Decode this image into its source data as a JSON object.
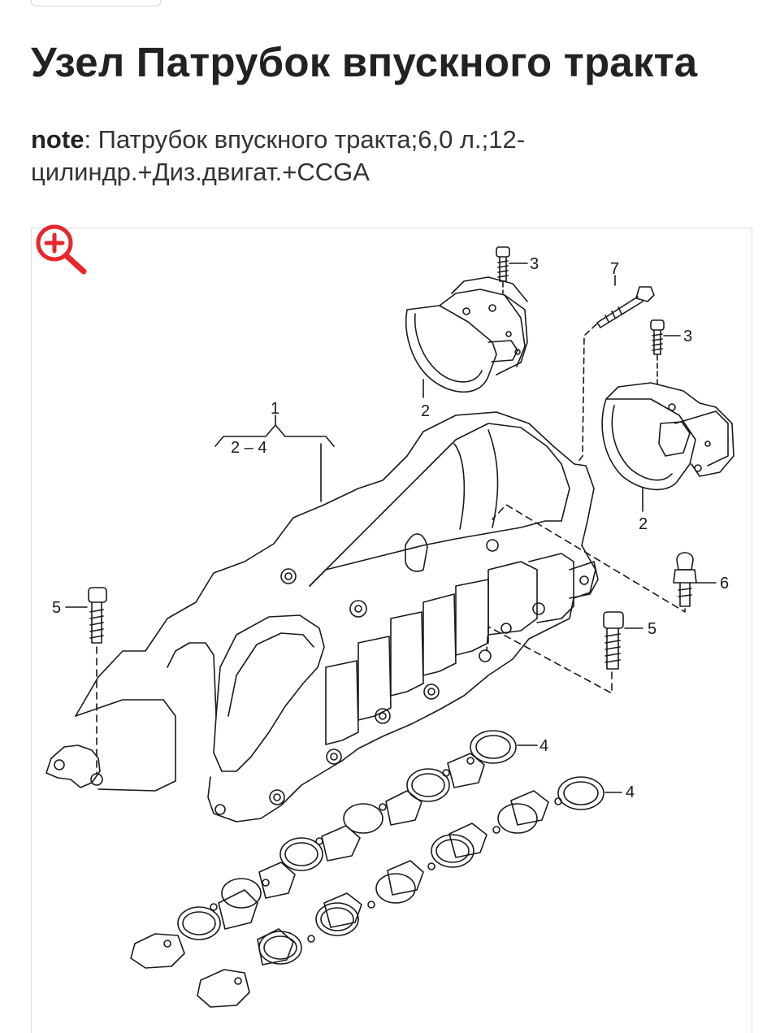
{
  "page": {
    "title": "Узел Патрубок впускного тракта",
    "note_label": "note",
    "note_text": ": Патрубок впускного тракта;6,0 л.;12-цилиндр.+Диз.двигат.+CCGA"
  },
  "figure": {
    "zoom_icon": "zoom-in-icon",
    "accent_color": "#e8262b",
    "labels": {
      "l1": "1",
      "l24": "2 – 4",
      "l2a": "2",
      "l2b": "2",
      "l3a": "3",
      "l3b": "3",
      "l7": "7",
      "l5a": "5",
      "l5b": "5",
      "l6": "6",
      "l4a": "4",
      "l4b": "4"
    }
  }
}
